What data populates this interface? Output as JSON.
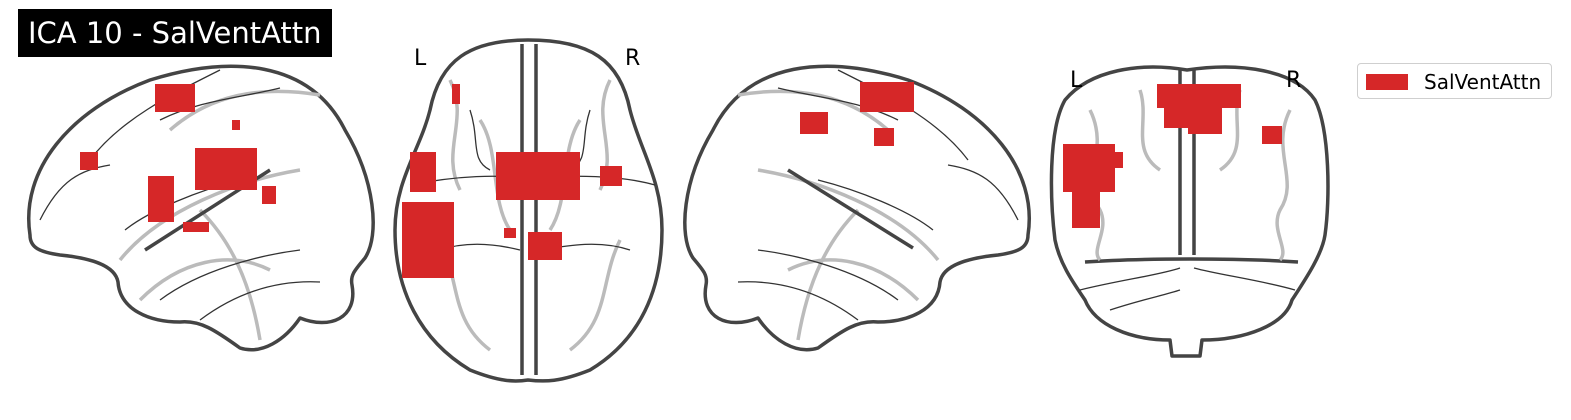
{
  "title": "ICA 10 - SalVentAttn",
  "views": {
    "axial_left_label": "L",
    "axial_right_label": "R",
    "coronal_left_label": "L",
    "coronal_right_label": "R"
  },
  "legend": {
    "label": "SalVentAttn",
    "color": "#d62728"
  },
  "icons": [
    "brain-sagittal-left-icon",
    "brain-axial-icon",
    "brain-sagittal-right-icon",
    "brain-coronal-icon"
  ]
}
